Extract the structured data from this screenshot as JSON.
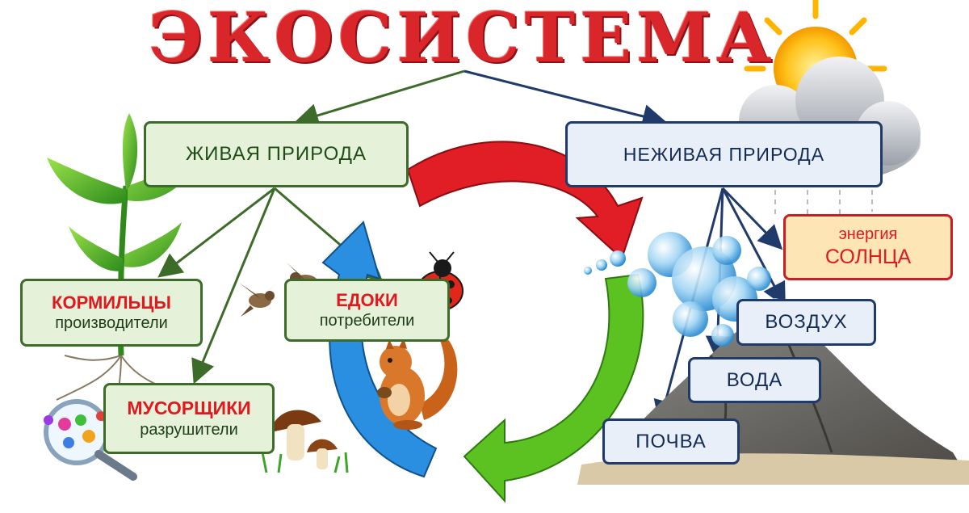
{
  "title": "ЭКОСИСТЕМА",
  "living": {
    "label": "ЖИВАЯ ПРИРОДА",
    "producers": {
      "name": "КОРМИЛЬЦЫ",
      "role": "производители"
    },
    "consumers": {
      "name": "ЕДОКИ",
      "role": "потребители"
    },
    "decomposers": {
      "name": "МУСОРЩИКИ",
      "role": "разрушители"
    }
  },
  "nonliving": {
    "label": "НЕЖИВАЯ ПРИРОДА",
    "energy": {
      "line1": "энергия",
      "line2": "СОЛНЦА"
    },
    "air": "ВОЗДУХ",
    "water": "ВОДА",
    "soil": "ПОЧВА"
  },
  "colors": {
    "title": "#d9262b",
    "living_border": "#3d6b2a",
    "nonliving_border": "#1f3a6b",
    "cycle_red": "#e11d25",
    "cycle_green": "#5cc221",
    "cycle_blue": "#2a8fe0"
  },
  "icons": [
    "plant-icon",
    "sun-cloud-icon",
    "bird-icon",
    "ladybug-icon",
    "squirrel-icon",
    "mushroom-icon",
    "microbe-magnifier-icon",
    "bubbles-icon",
    "mountain-icon"
  ]
}
